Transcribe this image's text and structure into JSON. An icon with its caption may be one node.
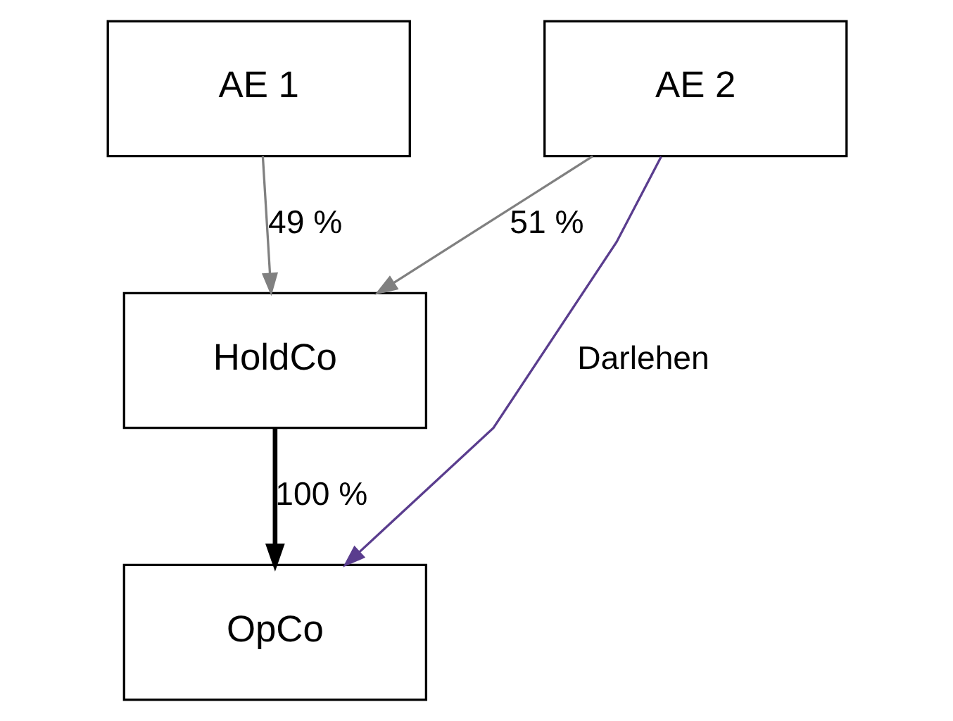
{
  "diagram": {
    "nodes": [
      {
        "text": [
          "AE 1"
        ]
      },
      {
        "text": [
          "AE 2"
        ]
      },
      {
        "text": [
          "HoldCo"
        ]
      },
      {
        "text": [
          "OpCo"
        ]
      }
    ],
    "edges": [
      {
        "from": 0,
        "to": 2,
        "arrow": "to",
        "label": "49 %",
        "color": "#808080"
      },
      {
        "from": 1,
        "to": 2,
        "arrow": "to",
        "label": "51 %",
        "color": "#808080"
      },
      {
        "from": 2,
        "to": 3,
        "arrow": "to",
        "label": "100 %",
        "style": "thick",
        "color": "#000000"
      },
      {
        "from": 1,
        "to": 3,
        "arrow": "to",
        "label": "Darlehen",
        "color": "#5a3d8e"
      }
    ]
  }
}
